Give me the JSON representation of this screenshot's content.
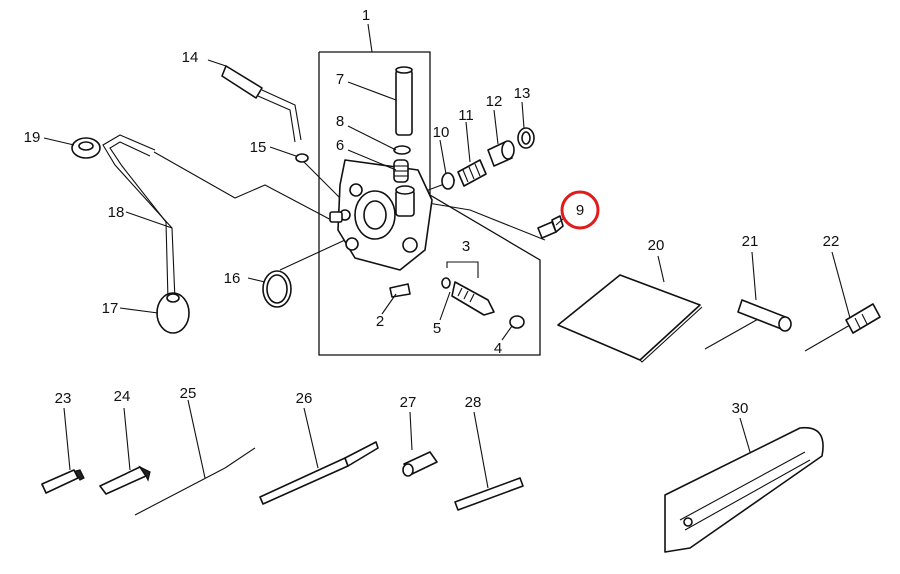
{
  "diagram": {
    "highlight_color": "#e01b1b",
    "highlighted_part": "9",
    "labels": {
      "p1": "1",
      "p2": "2",
      "p3": "3",
      "p4": "4",
      "p5": "5",
      "p6": "6",
      "p7": "7",
      "p8": "8",
      "p9": "9",
      "p10": "10",
      "p11": "11",
      "p12": "12",
      "p13": "13",
      "p14": "14",
      "p15": "15",
      "p16": "16",
      "p17": "17",
      "p18": "18",
      "p19": "19",
      "p20": "20",
      "p21": "21",
      "p22": "22",
      "p23": "23",
      "p24": "24",
      "p25": "25",
      "p26": "26",
      "p27": "27",
      "p28": "28",
      "p30": "30"
    }
  }
}
